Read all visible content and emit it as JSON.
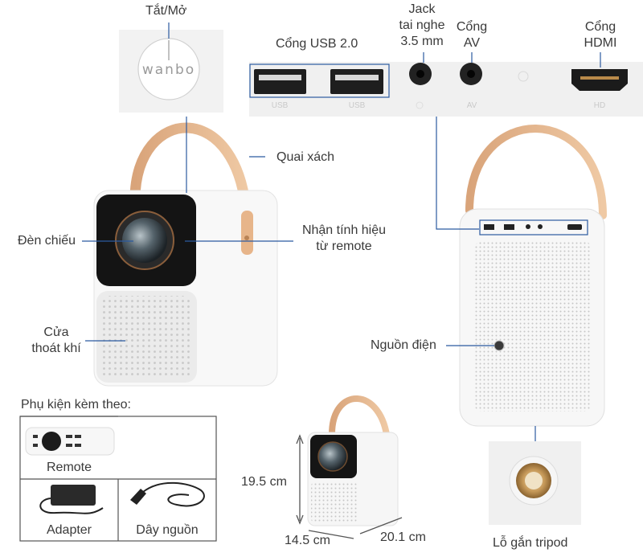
{
  "labels": {
    "power": "Tắt/Mở",
    "usb": "Cổng USB 2.0",
    "jack_line1": "Jack",
    "jack_line2": "tai nghe",
    "jack_line3": "3.5 mm",
    "av_line1": "Cổng",
    "av_line2": "AV",
    "hdmi_line1": "Cổng",
    "hdmi_line2": "HDMI",
    "strap": "Quai xách",
    "lens": "Đèn chiếu",
    "remote_rx_line1": "Nhận tính hiệu",
    "remote_rx_line2": "từ remote",
    "vent_line1": "Cửa",
    "vent_line2": "thoát khí",
    "power_in": "Nguồn điện",
    "accessories": "Phụ kiện kèm theo:",
    "remote": "Remote",
    "adapter": "Adapter",
    "cord": "Dây nguồn",
    "height": "19.5 cm",
    "width": "14.5 cm",
    "depth": "20.1 cm",
    "tripod": "Lỗ gắn tripod"
  },
  "logo": "wanbo",
  "port_silk": [
    "USB",
    "USB",
    "AV",
    "HD"
  ],
  "colors": {
    "strap": "#e2b48a",
    "body": "#f7f7f7",
    "lens_frame": "#1a1a1a",
    "grille": "#e6e6e6",
    "leader": "#2b5aa0"
  }
}
